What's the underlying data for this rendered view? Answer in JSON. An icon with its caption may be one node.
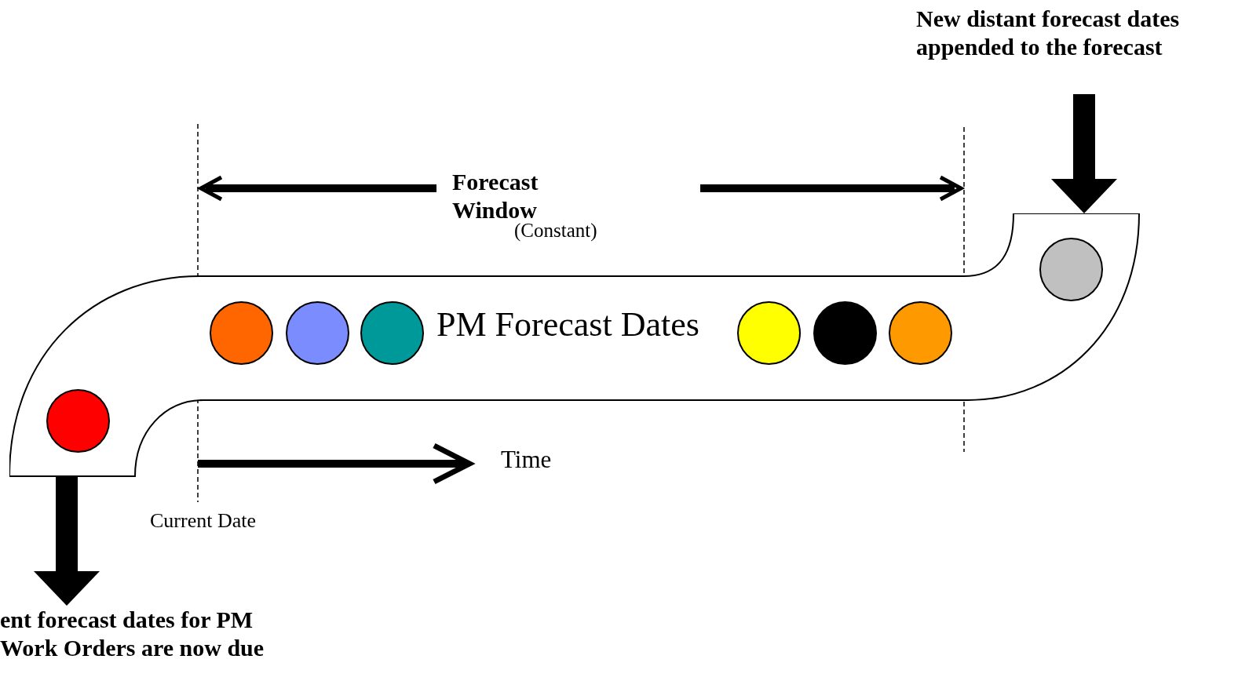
{
  "diagram": {
    "nodes": [
      {
        "text": [
          "New distant forecast dates appended to the forecast"
        ]
      },
      {
        "text": [
          "PM Forecast Dates"
        ]
      },
      {
        "text": [],
        "shape": "circle",
        "in": 1
      },
      {
        "text": [],
        "shape": "circle",
        "in": 1
      },
      {
        "text": [],
        "shape": "circle",
        "in": 1
      },
      {
        "text": [],
        "shape": "circle",
        "in": 1
      },
      {
        "text": [],
        "shape": "circle",
        "in": 1
      },
      {
        "text": [],
        "shape": "circle",
        "in": 1
      },
      {
        "text": [],
        "shape": "circle",
        "in": 1
      },
      {
        "text": [],
        "shape": "circle",
        "in": 1
      },
      {
        "text": [
          "ent forecast dates for PM Work Orders are now due"
        ]
      }
    ],
    "edges": [
      {
        "from": 0,
        "to": 1,
        "arrow": "to"
      },
      {
        "from": 1,
        "to": 10,
        "arrow": "to"
      }
    ],
    "labels": [
      "Forecast Window",
      "(Constant)",
      "Time",
      "Current Date"
    ]
  }
}
